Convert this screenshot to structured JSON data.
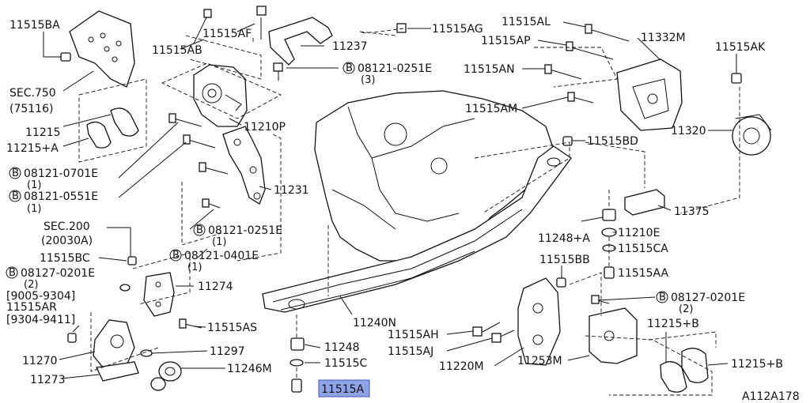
{
  "diagram_ref": "A112A178",
  "circled_letter": "B",
  "labels": {
    "l_11515BA": "11515BA",
    "l_sec750": "SEC.750",
    "l_75116": "(75116)",
    "l_11215": "11215",
    "l_11215A": "11215+A",
    "l_08121_0701E": "08121-0701E",
    "l_q1a": "(1)",
    "l_08121_0551E": "08121-0551E",
    "l_q1b": "(1)",
    "l_sec200": "SEC.200",
    "l_20030A": "(20030A)",
    "l_11515BC": "11515BC",
    "l_08127_0201E_a": "08127-0201E",
    "l_q2a": "(2)",
    "l_9005_9304": "[9005-9304]",
    "l_11515AR": "11515AR",
    "l_9304_9411": "[9304-9411]",
    "l_11270": "11270",
    "l_11273": "11273",
    "l_11515AF": "11515AF",
    "l_11515AB": "11515AB",
    "l_11210P": "11210P",
    "l_11231": "11231",
    "l_08121_0251E_a": "08121-0251E",
    "l_q1c": "(1)",
    "l_08121_0401E": "08121-0401E",
    "l_q1d": "(1)",
    "l_11274": "11274",
    "l_11515AS": "11515AS",
    "l_11297": "11297",
    "l_11246M": "11246M",
    "l_11237": "11237",
    "l_08121_0251E_b": "08121-0251E",
    "l_q3": "(3)",
    "l_11515AG": "11515AG",
    "l_11240N": "11240N",
    "l_11248": "11248",
    "l_11515C": "11515C",
    "l_11515A": "11515A",
    "l_11515AH": "11515AH",
    "l_11515AJ": "11515AJ",
    "l_11220M": "11220M",
    "l_11515AL": "11515AL",
    "l_11515AP": "11515AP",
    "l_11515AN": "11515AN",
    "l_11515AM": "11515AM",
    "l_11332M": "11332M",
    "l_11515AK": "11515AK",
    "l_11320": "11320",
    "l_11515BD": "11515BD",
    "l_11375": "11375",
    "l_11248A": "11248+A",
    "l_11210E": "11210E",
    "l_11515CA": "11515CA",
    "l_11515BB": "11515BB",
    "l_11515AA": "11515AA",
    "l_08127_0201E_b": "08127-0201E",
    "l_q2b": "(2)",
    "l_11253M": "11253M",
    "l_11215B_a": "11215+B",
    "l_11215B_b": "11215+B"
  }
}
